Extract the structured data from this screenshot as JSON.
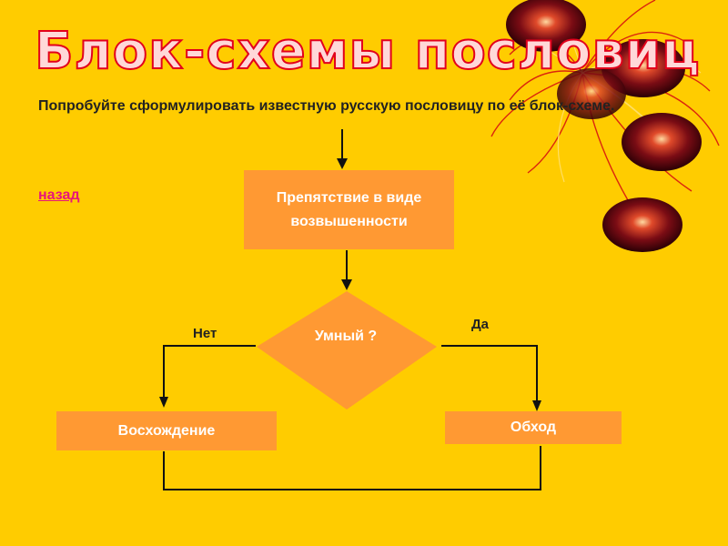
{
  "title": "Блок-схемы пословиц",
  "intro": "Попробуйте сформулировать известную русскую пословицу по её блок-схеме.",
  "back_link": "назад",
  "flowchart": {
    "process_top": "Препятствие в виде возвышенности",
    "decision": "Умный ?",
    "no_label": "Нет",
    "yes_label": "Да",
    "left_box": "Восхождение",
    "right_box": "Обход"
  },
  "colors": {
    "background": "#FFCC00",
    "box_fill": "#FF9933",
    "title_outline": "#E3001B",
    "link": "#E8157A"
  }
}
